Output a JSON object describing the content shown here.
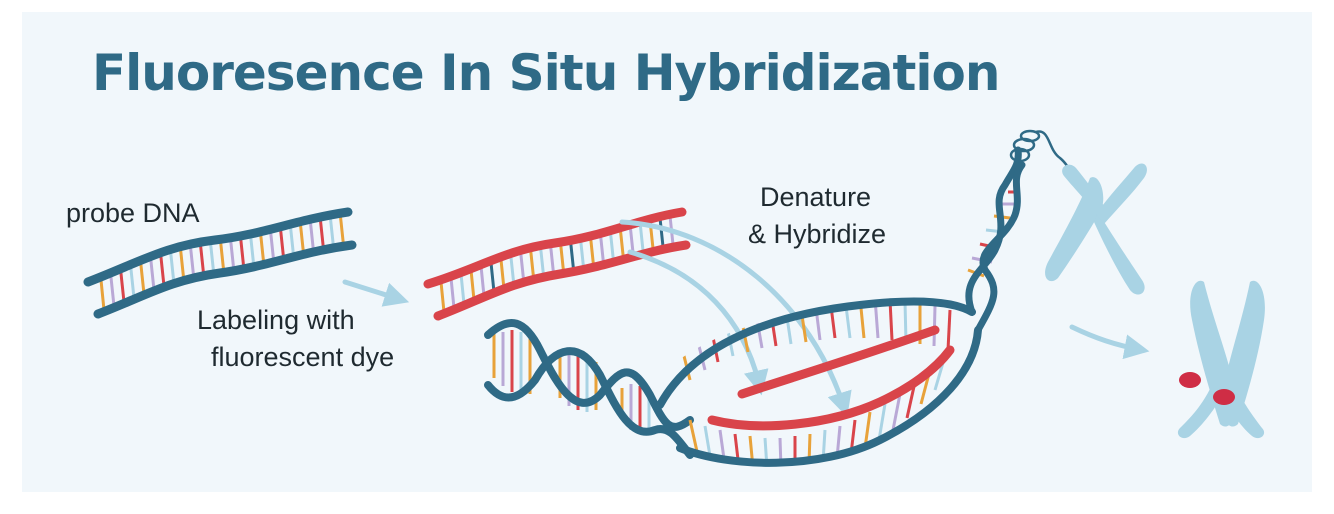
{
  "title": "Fluoresence In Situ Hybridization",
  "labels": {
    "probe": "probe DNA",
    "labeling_line1": "Labeling with",
    "labeling_line2": "fluorescent dye",
    "denature_line1": "Denature",
    "hybridize_line2": "& Hybridize"
  },
  "colors": {
    "background": "#f1f7fb",
    "title": "#2f6a86",
    "dna_backbone": "#2f6a86",
    "labeled_probe": "#d9444a",
    "arrow": "#a9d3e4",
    "chromosome": "#a9d3e4",
    "hybridization_signal": "#cf2d45"
  },
  "icons": {
    "probe": "double-strand-dna-icon",
    "labeled_probe": "labeled-probe-dna-icon",
    "genomic_dna": "double-helix-dna-icon",
    "chromosome": "chromosome-icon"
  }
}
